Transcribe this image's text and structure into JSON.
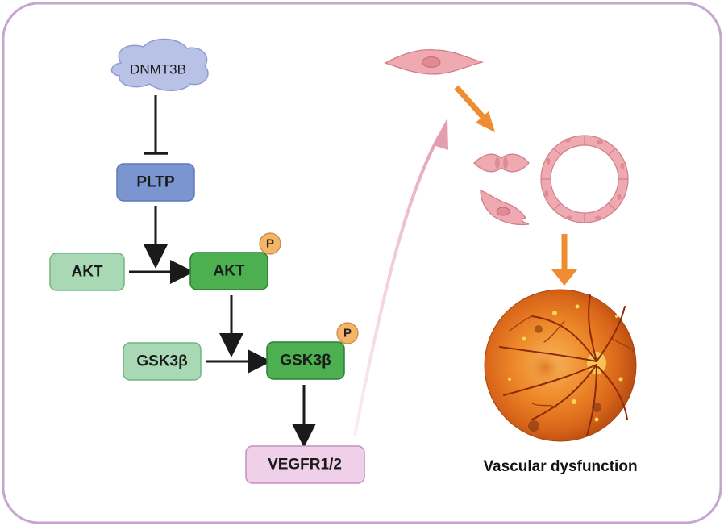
{
  "nodes": {
    "dnmt3b": "DNMT3B",
    "pltp": "PLTP",
    "akt": "AKT",
    "akt_p": "AKT",
    "gsk3b": "GSK3β",
    "gsk3b_p": "GSK3β",
    "vegfr": "VEGFR1/2"
  },
  "badges": {
    "akt_phospho": "P",
    "gsk3b_phospho": "P"
  },
  "outcome": {
    "label": "Vascular dysfunction"
  },
  "colors": {
    "frame": "#c5a6cf",
    "dnmt3b_fill": "#b7c2e6",
    "pltp_fill": "#7b95d1",
    "akt_light_fill": "#a8d9b4",
    "akt_dark_fill": "#4caf50",
    "gsk_light_fill": "#a8d9b4",
    "gsk_dark_fill": "#4caf50",
    "vegfr_fill": "#f0cfe8",
    "badge_fill": "#f4b46a",
    "arrow_orange": "#ef8c30",
    "arrow_pink": "#e7a6b6",
    "cell_fill": "#eeaab0"
  },
  "icons": {
    "cell_elongated": "endothelial-cell-icon",
    "cells_dividing": "dividing-cell-icon",
    "vessel_ring": "vessel-ring-icon",
    "retina": "retina-fundus-icon"
  }
}
